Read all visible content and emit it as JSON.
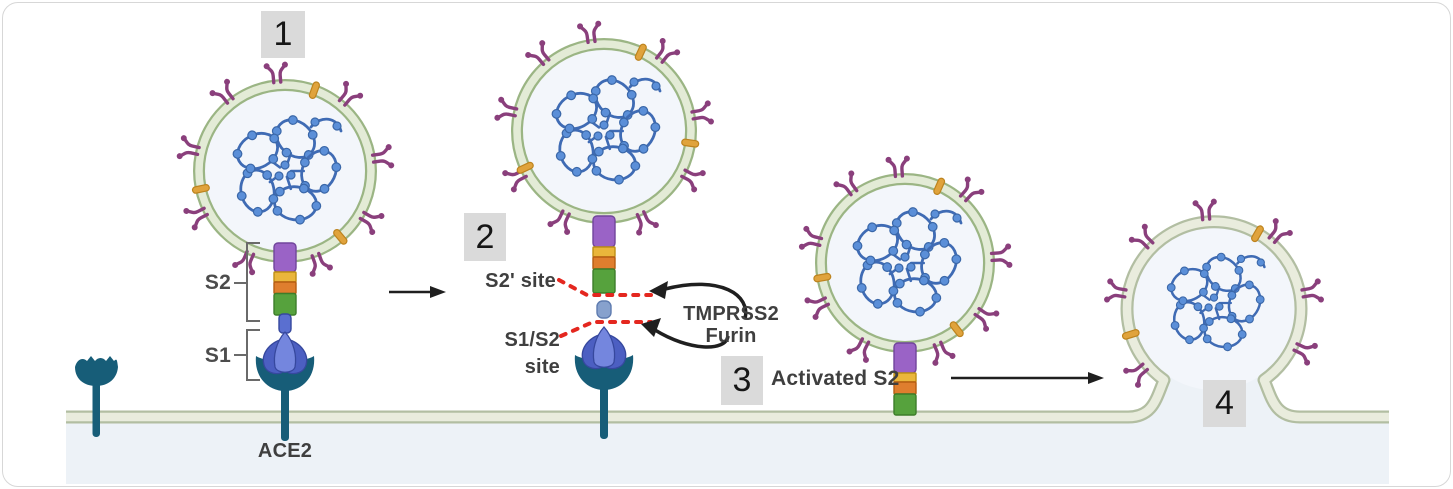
{
  "figure": {
    "steps": [
      "1",
      "2",
      "3",
      "4"
    ],
    "labels": {
      "s2": "S2",
      "s1": "S1",
      "ace2": "ACE2",
      "s2_prime_site": "S2' site",
      "s1_s2_site_line1": "S1/S2",
      "s1_s2_site_line2": "site",
      "protease_line1": "TMPRSS2",
      "protease_line2": "Furin",
      "activated_s2": "Activated S2"
    },
    "colors": {
      "card_border": "#d7d7d7",
      "cytoplasm": "#edf2f7",
      "virus_interior": "#f3f6fb",
      "membrane_line": "#b2bea2",
      "membrane_core": "#e9ecdd",
      "envelope_line": "#9bb584",
      "envelope_core": "#e3ebd6",
      "rna_line": "#3f6bb4",
      "rna_bead": "#5b8fd8",
      "rna_bead_line": "#3a67a8",
      "spike_purple": "#8a3f7c",
      "e_protein_orange": "#e0a33c",
      "e_protein_line": "#bd831e",
      "stalk_purple": "#9a63c6",
      "stalk_purple_line": "#71459c",
      "band_yellow": "#eab63b",
      "band_yellow_line": "#bf9015",
      "band_orange": "#df7e2e",
      "band_orange_line": "#b55d12",
      "segment_green": "#56a23d",
      "segment_green_line": "#3d7d2a",
      "s2prime_rod_blue": "#87a1cd",
      "s2prime_rod_line": "#5f7cb0",
      "s1_blue": "#5a6fd0",
      "s1_blue_dark": "#4c5fc2",
      "s1_blue_light": "#7486de",
      "s1_blue_line": "#36489e",
      "ace2_teal": "#175d78",
      "cleavage_red": "#e4271f",
      "arrow_black": "#1f1f1f",
      "bracket_gray": "#6a6a6a",
      "badge_bg": "#dadada",
      "badge_text": "#161616",
      "label_text": "#3f3f3f"
    }
  }
}
